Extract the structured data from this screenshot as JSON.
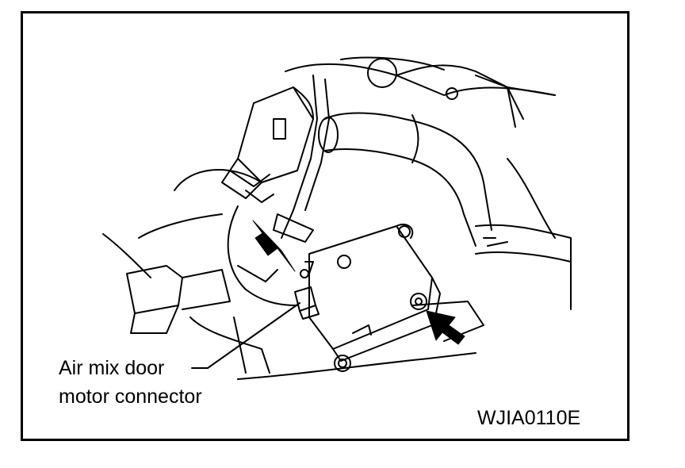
{
  "callout": {
    "line1": "Air mix door",
    "line2": "motor connector"
  },
  "figure_code": "WJIA0110E",
  "icons": [
    "arrow-icon",
    "arrow-icon"
  ],
  "colors": {
    "ink": "#000000",
    "paper": "#ffffff"
  }
}
